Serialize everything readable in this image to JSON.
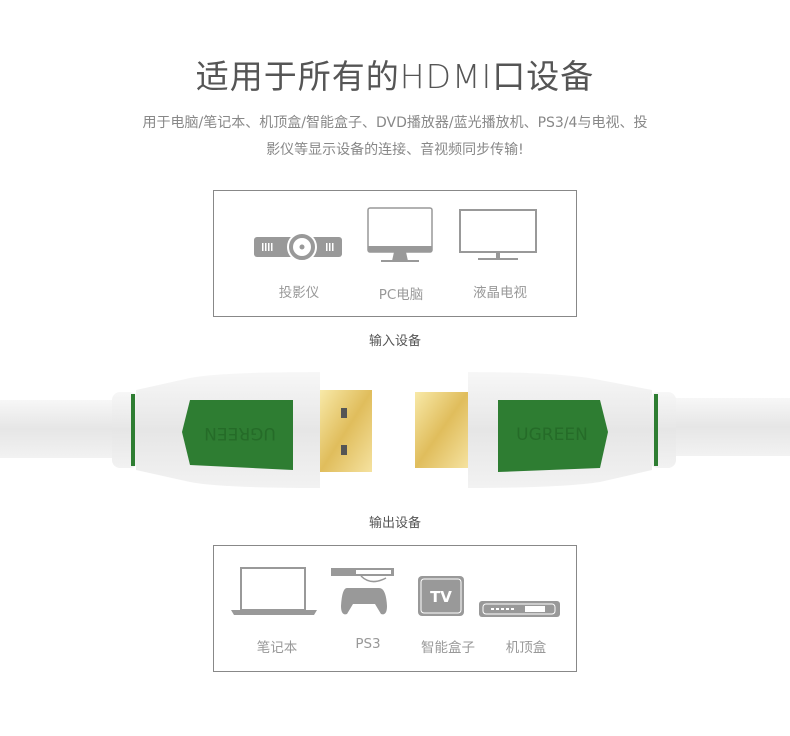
{
  "heading": "适用于所有的HDMI口设备",
  "description": {
    "line1": "用于电脑/笔记本、机顶盒/智能盒子、DVD播放器/蓝光播放机、PS3/4与电视、投",
    "line2": "影仪等显示设备的连接、音视频同步传输!"
  },
  "input_devices": {
    "caption": "输入设备",
    "items": [
      {
        "label": "投影仪",
        "icon": "projector-icon"
      },
      {
        "label": "PC电脑",
        "icon": "monitor-icon"
      },
      {
        "label": "液晶电视",
        "icon": "tv-icon"
      }
    ]
  },
  "output_devices": {
    "caption": "输出设备",
    "items": [
      {
        "label": "笔记本",
        "icon": "laptop-icon"
      },
      {
        "label": "PS3",
        "icon": "gamepad-icon"
      },
      {
        "label": "智能盒子",
        "icon": "smart-box-icon"
      },
      {
        "label": "机顶盒",
        "icon": "set-top-box-icon"
      }
    ]
  },
  "cable": {
    "brand": "UGREEN",
    "tv_badge": "TV",
    "colors": {
      "accent_green": "#2e7d32",
      "gold": "#e8c86a",
      "body": "#ececec",
      "icon_gray": "#999999"
    }
  }
}
